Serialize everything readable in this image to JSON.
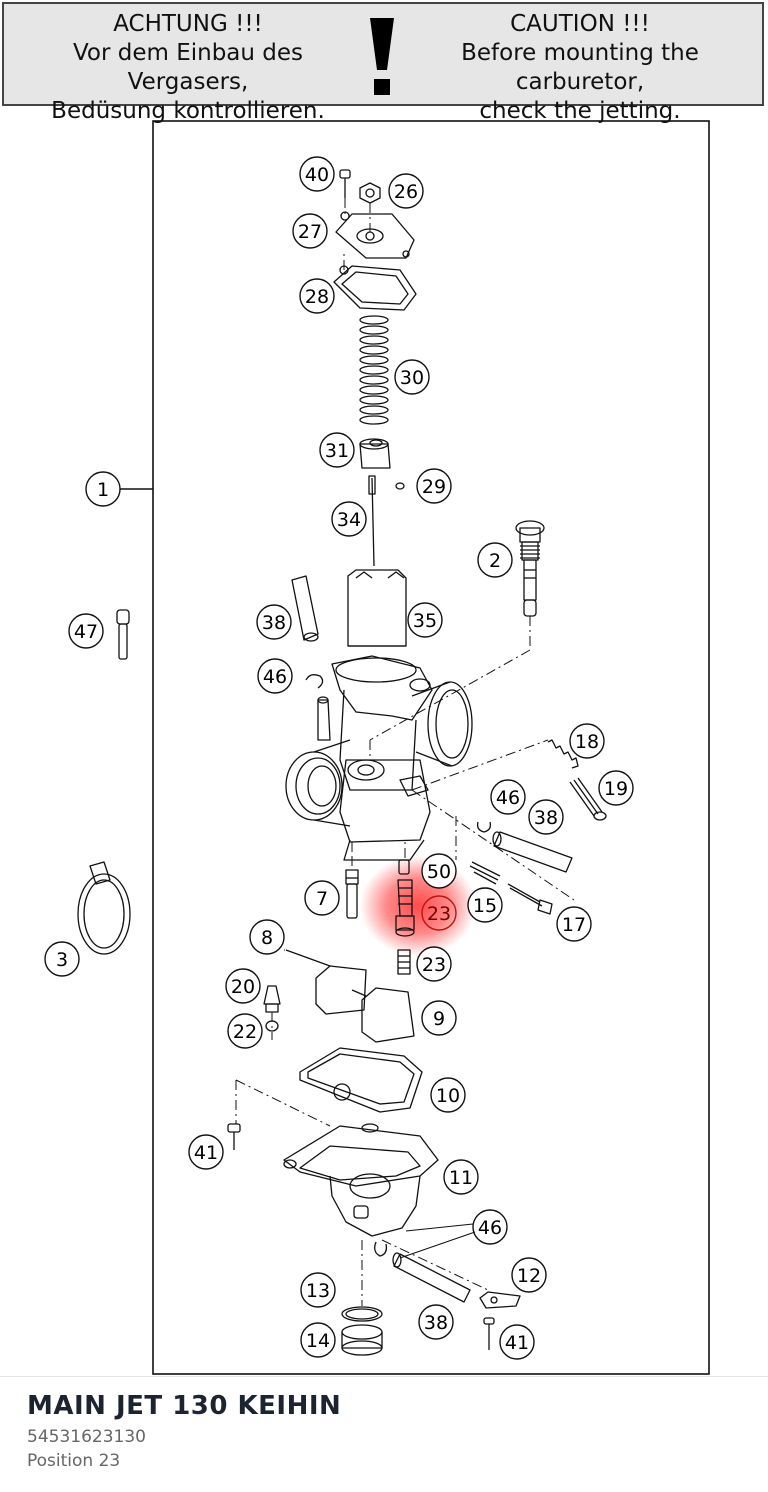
{
  "warning": {
    "de_title": "ACHTUNG !!!",
    "de_line1": "Vor dem Einbau des Vergasers,",
    "de_line2": "Bedüsung kontrollieren.",
    "en_title": "CAUTION !!!",
    "en_line1": "Before mounting the carburetor,",
    "en_line2": "check the jetting.",
    "mark": "!"
  },
  "diagram": {
    "callouts": [
      "40",
      "26",
      "27",
      "28",
      "30",
      "31",
      "29",
      "1",
      "34",
      "2",
      "47",
      "38",
      "35",
      "46",
      "18",
      "19",
      "46",
      "38",
      "50",
      "7",
      "15",
      "23",
      "17",
      "3",
      "8",
      "23",
      "20",
      "9",
      "22",
      "10",
      "41",
      "11",
      "46",
      "12",
      "13",
      "38",
      "14",
      "41"
    ],
    "highlight_callout": "23",
    "highlight_color": "#ff2a2a"
  },
  "part": {
    "name": "MAIN JET 130 KEIHIN",
    "number": "54531623130",
    "position": "Position 23"
  }
}
